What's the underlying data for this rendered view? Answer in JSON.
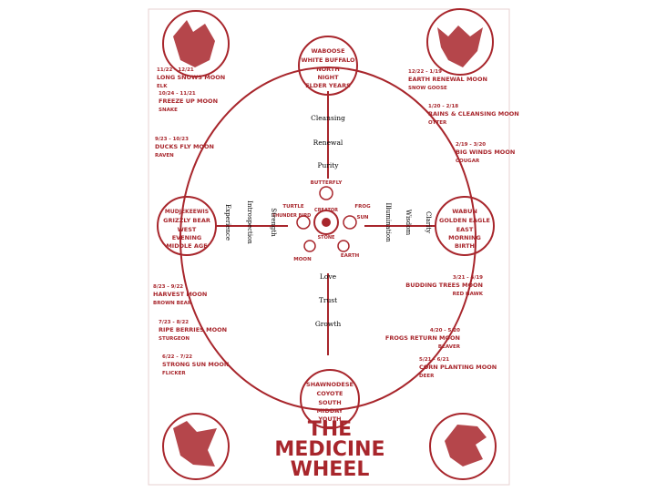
{
  "colors": {
    "ink": "#a8262c",
    "paper": "#ffffff",
    "label": "#000000"
  },
  "title": {
    "line1": "THE",
    "line2": "MEDICINE",
    "line3": "WHEEL"
  },
  "directions": {
    "north": {
      "lines": [
        "WABOOSE",
        "WHITE BUFFALO",
        "NORTH",
        "NIGHT",
        "ELDER YEARS"
      ]
    },
    "south": {
      "lines": [
        "SHAWNODESE",
        "COYOTE",
        "SOUTH",
        "MIDDAY",
        "YOUTH"
      ]
    },
    "east": {
      "lines": [
        "WABUN",
        "GOLDEN EAGLE",
        "EAST",
        "MORNING",
        "BIRTH"
      ]
    },
    "west": {
      "lines": [
        "MUDJEKEEWIS",
        "GRIZZLY BEAR",
        "WEST",
        "EVENING",
        "MIDDLE AGE"
      ]
    }
  },
  "moons": [
    {
      "date": "11/22 - 12/21",
      "name": "LONG SNOWS MOON",
      "totem": "ELK"
    },
    {
      "date": "12/22 - 1/19",
      "name": "EARTH RENEWAL MOON",
      "totem": "SNOW GOOSE"
    },
    {
      "date": "1/20 - 2/18",
      "name": "RAINS & CLEANSING MOON",
      "totem": "OTTER"
    },
    {
      "date": "2/19 - 3/20",
      "name": "BIG WINDS MOON",
      "totem": "COUGAR"
    },
    {
      "date": "3/21 - 4/19",
      "name": "BUDDING TREES MOON",
      "totem": "RED HAWK"
    },
    {
      "date": "4/20 - 5/20",
      "name": "FROGS RETURN MOON",
      "totem": "BEAVER"
    },
    {
      "date": "5/21 - 6/21",
      "name": "CORN PLANTING MOON",
      "totem": "DEER"
    },
    {
      "date": "6/22 - 7/22",
      "name": "STRONG SUN MOON",
      "totem": "FLICKER"
    },
    {
      "date": "7/23 - 8/22",
      "name": "RIPE BERRIES MOON",
      "totem": "STURGEON"
    },
    {
      "date": "8/23 - 9/22",
      "name": "HARVEST MOON",
      "totem": "BROWN BEAR"
    },
    {
      "date": "9/23 - 10/23",
      "name": "DUCKS FLY MOON",
      "totem": "RAVEN"
    },
    {
      "date": "10/24 - 11/21",
      "name": "FREEZE UP MOON",
      "totem": "SNAKE"
    }
  ],
  "center": {
    "top": "BUTTERFLY",
    "left": [
      "TURTLE",
      "THUNDER BIRD"
    ],
    "right": [
      "FROG",
      "SUN"
    ],
    "middle": [
      "CREATOR",
      "STONE"
    ],
    "bottom_left": "MOON",
    "bottom_right": "EARTH"
  },
  "spokes": {
    "north": [
      "Cleansing",
      "Renewal",
      "Purity"
    ],
    "south": [
      "Love",
      "Trust",
      "Growth"
    ],
    "west": [
      "Experience",
      "Introspection",
      "Strength"
    ],
    "east": [
      "Illumination",
      "Wisdom",
      "Clarity"
    ]
  }
}
